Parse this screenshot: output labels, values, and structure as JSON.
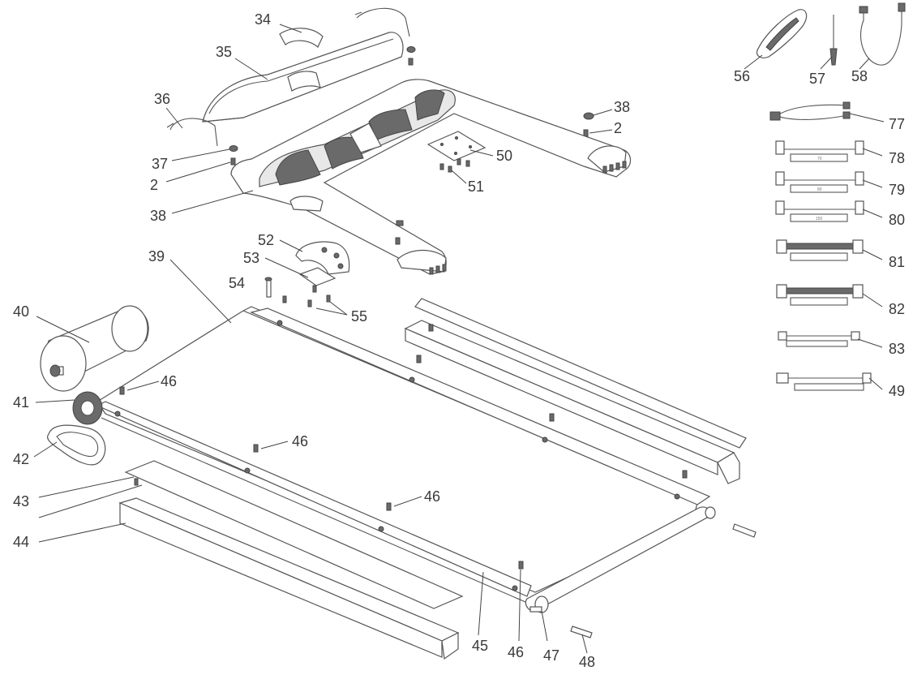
{
  "callouts": {
    "c2a": "2",
    "c2b": "2",
    "c34": "34",
    "c35": "35",
    "c36": "36",
    "c37": "37",
    "c38a": "38",
    "c38b": "38",
    "c39": "39",
    "c40": "40",
    "c41": "41",
    "c42": "42",
    "c43": "43",
    "c44": "44",
    "c45": "45",
    "c46a": "46",
    "c46b": "46",
    "c46c": "46",
    "c46d": "46",
    "c47": "47",
    "c48": "48",
    "c49": "49",
    "c50": "50",
    "c51": "51",
    "c52": "52",
    "c53": "53",
    "c54": "54",
    "c55": "55",
    "c56": "56",
    "c57": "57",
    "c58": "58",
    "c77": "77",
    "c78": "78",
    "c79": "79",
    "c80": "80",
    "c81": "81",
    "c82": "82",
    "c83": "83"
  },
  "cable_dims": {
    "d78": "70",
    "d79": "80",
    "d80": "150"
  }
}
